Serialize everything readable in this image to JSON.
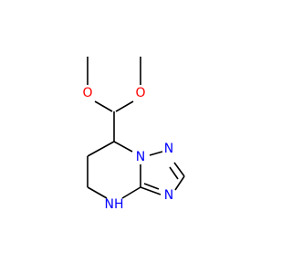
{
  "molecule": {
    "atoms": {
      "o1": {
        "label": "O",
        "color": "#ff0000"
      },
      "o2": {
        "label": "O",
        "color": "#ff0000"
      },
      "n1": {
        "label": "N",
        "color": "#0000ff"
      },
      "n2": {
        "label": "N",
        "color": "#0000ff"
      },
      "n3": {
        "label": "N",
        "color": "#0000ff"
      },
      "nh": {
        "label": "NH",
        "color": "#0000ff"
      }
    },
    "colors": {
      "bond": "#000000",
      "oxygen": "#ff0000",
      "nitrogen": "#0000ff",
      "background": "#ffffff"
    }
  }
}
